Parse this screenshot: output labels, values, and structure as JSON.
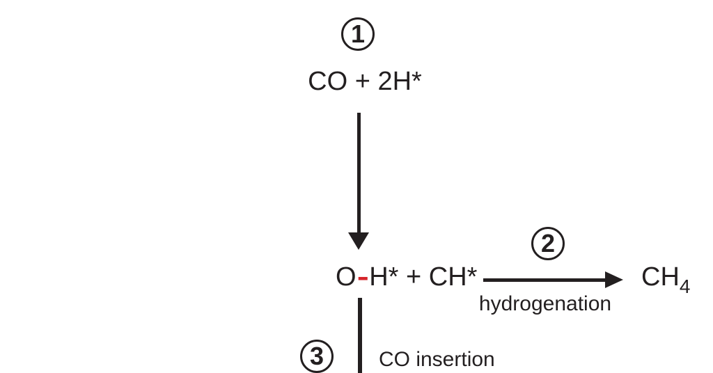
{
  "colors": {
    "ink": "#231f20",
    "bond_red": "#d6252b",
    "background": "#ffffff"
  },
  "scheme": {
    "step1": {
      "badge": "1",
      "reactants": "CO + 2H*"
    },
    "intermediate": {
      "o": "O",
      "bond_dash": "-",
      "rest": "H* + CH*"
    },
    "step2": {
      "badge": "2",
      "label": "hydrogenation",
      "product_base": "CH",
      "product_subscript": "4"
    },
    "step3": {
      "badge": "3",
      "label": "CO insertion"
    }
  }
}
